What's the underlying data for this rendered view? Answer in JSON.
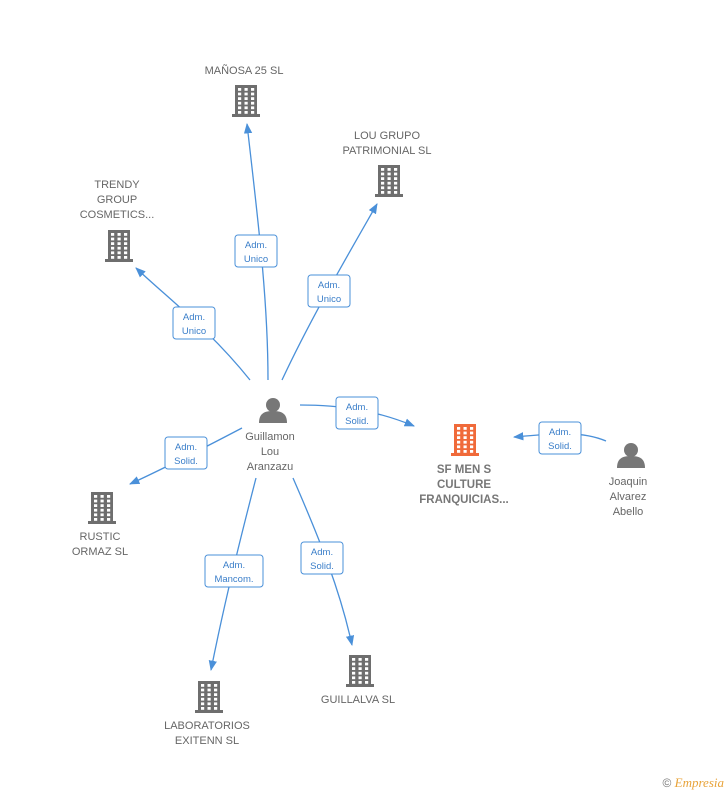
{
  "colors": {
    "edge": "#4a90d9",
    "company_icon": "#6e6e6e",
    "focus_icon": "#f06a3a",
    "person_icon": "#777777"
  },
  "nodes": [
    {
      "id": "guillamon",
      "kind": "person",
      "icon": "person-icon",
      "lines": [
        "Guillamon",
        "Lou",
        "Aranzazu"
      ]
    },
    {
      "id": "joaquin",
      "kind": "person",
      "icon": "person-icon",
      "lines": [
        "Joaquin",
        "Alvarez",
        "Abello"
      ]
    },
    {
      "id": "sfmen",
      "kind": "focus-company",
      "icon": "building-icon",
      "lines": [
        "SF MEN S",
        "CULTURE",
        "FRANQUICIAS..."
      ]
    },
    {
      "id": "manosa",
      "kind": "company",
      "icon": "building-icon",
      "lines": [
        "MAÑOSA 25 SL"
      ]
    },
    {
      "id": "lougrupo",
      "kind": "company",
      "icon": "building-icon",
      "lines": [
        "LOU GRUPO",
        "PATRIMONIAL SL"
      ]
    },
    {
      "id": "trendy",
      "kind": "company",
      "icon": "building-icon",
      "lines": [
        "TRENDY",
        "GROUP",
        "COSMETICS..."
      ]
    },
    {
      "id": "rustic",
      "kind": "company",
      "icon": "building-icon",
      "lines": [
        "RUSTIC",
        "ORMAZ SL"
      ]
    },
    {
      "id": "laboratorios",
      "kind": "company",
      "icon": "building-icon",
      "lines": [
        "LABORATORIOS",
        "EXITENN SL"
      ]
    },
    {
      "id": "guillalva",
      "kind": "company",
      "icon": "building-icon",
      "lines": [
        "GUILLALVA  SL"
      ]
    }
  ],
  "edges": [
    {
      "from": "guillamon",
      "to": "manosa",
      "lines": [
        "Adm.",
        "Unico"
      ]
    },
    {
      "from": "guillamon",
      "to": "lougrupo",
      "lines": [
        "Adm.",
        "Unico"
      ]
    },
    {
      "from": "guillamon",
      "to": "trendy",
      "lines": [
        "Adm.",
        "Unico"
      ]
    },
    {
      "from": "guillamon",
      "to": "sfmen",
      "lines": [
        "Adm.",
        "Solid."
      ]
    },
    {
      "from": "guillamon",
      "to": "rustic",
      "lines": [
        "Adm.",
        "Solid."
      ]
    },
    {
      "from": "guillamon",
      "to": "laboratorios",
      "lines": [
        "Adm.",
        "Mancom."
      ]
    },
    {
      "from": "guillamon",
      "to": "guillalva",
      "lines": [
        "Adm.",
        "Solid."
      ]
    },
    {
      "from": "joaquin",
      "to": "sfmen",
      "lines": [
        "Adm.",
        "Solid."
      ]
    }
  ],
  "footer": {
    "copyright_symbol": "©",
    "brand": "Empresia"
  }
}
